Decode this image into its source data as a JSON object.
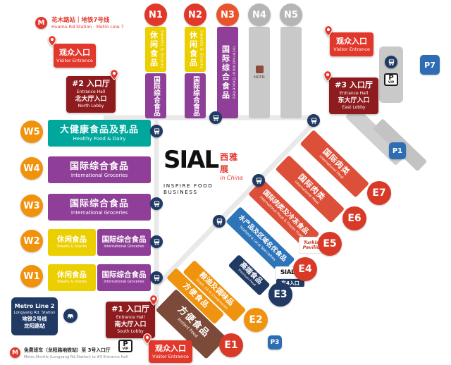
{
  "colors": {
    "red": "#e2372b",
    "band_red": "#dc4f38",
    "dark_red": "#8e1b1e",
    "orange": "#f0920b",
    "band_orange": "#f0930f",
    "yellow": "#eccf00",
    "purple": "#8f3f97",
    "teal": "#00a79d",
    "blue": "#2e74b8",
    "navy": "#203a64",
    "brown": "#7c4a38",
    "gray": "#c9c9c9",
    "parking_blue": "#2e6db4"
  },
  "icons": {
    "metro_letter": "M"
  },
  "logo": {
    "brand": "SIAL",
    "cn": "西雅展",
    "in_china": "in China",
    "tagline": "INSPIRE FOOD BUSINESS"
  },
  "metro7": {
    "cn": "花木路站｜地铁7号线",
    "en": "Huamu Rd.Station · Metro Line 7"
  },
  "metro2": {
    "en1": "Metro Line 2",
    "en2": "Longyang Rd. Station",
    "cn1": "地铁2号线",
    "cn2": "龙阳路站"
  },
  "shuttle": {
    "cn": "免费班车（龙阳路地铁站）至 3号入口厅",
    "en": "Metro Shuttle (Longyang Rd.Station) to #3 Entrance Hall"
  },
  "entrances": {
    "visitor": {
      "cn": "观众入口",
      "en": "Visitor Entrance"
    },
    "hall1": {
      "num": "#1 入口厅",
      "en": "Entrance Hall",
      "cn": "南大厅入口",
      "lobby": "South Lobby"
    },
    "hall2": {
      "num": "#2 入口厅",
      "en": "Entrance Hall",
      "cn": "北大厅入口",
      "lobby": "North Lobby"
    },
    "hall3": {
      "num": "#3 入口厅",
      "en": "Entrance Hall",
      "cn": "东大厅入口",
      "lobby": "East Lobby"
    }
  },
  "parking": {
    "p7": "P7",
    "p1": "P1",
    "p3": "P3",
    "p": "P",
    "vip": "VIP"
  },
  "halls": {
    "n1": {
      "id": "N1",
      "cn1": "休闲食品",
      "en1": "Sweets & Snacks",
      "cn2": "国际综合食品"
    },
    "n2": {
      "id": "N2",
      "cn1": "休闲食品",
      "en1": "Sweets & Snacks",
      "cn2": "国际综合食品"
    },
    "n3": {
      "id": "N3",
      "cn": "国际综合食品",
      "en": "International Groceries"
    },
    "n4": {
      "id": "N4"
    },
    "n5": {
      "id": "N5"
    },
    "w5": {
      "id": "W5",
      "cn": "大健康食品及乳品",
      "en": "Healthy Food & Dairy"
    },
    "w4": {
      "id": "W4",
      "cn": "国际综合食品",
      "en": "International Groceries"
    },
    "w3": {
      "id": "W3",
      "cn": "国际综合食品",
      "en": "International Groceries"
    },
    "w2": {
      "id": "W2",
      "cn1": "休闲食品",
      "en1": "Sweets & Snacks",
      "cn2": "国际综合食品",
      "en2": "International Groceries"
    },
    "w1": {
      "id": "W1",
      "cn1": "休闲食品",
      "en1": "Sweets & Snacks",
      "cn2": "国际综合食品",
      "en2": "International Groceries"
    },
    "e7": {
      "id": "E7",
      "cn": "国际肉类",
      "en": "International Meat"
    },
    "e6": {
      "id": "E6",
      "cn": "国际肉类",
      "en": "International Meat"
    },
    "e5": {
      "id": "E5",
      "cn": "国际肉类及冷冻食品",
      "en": "International Meat & Frozen Food"
    },
    "e4": {
      "id": "E4",
      "cn": "水产品及区域名优食品",
      "en": "Seafood & Local Specialties"
    },
    "e3": {
      "id": "E3",
      "cn": "高端食品",
      "en": "Premium Food"
    },
    "e2": {
      "id": "E2",
      "cn": "粮油及调味品",
      "en": "Grain, Oil & Condiments"
    },
    "e2b": {
      "cn": "方便食品"
    },
    "e1": {
      "id": "E1",
      "cn": "方便食品",
      "en": "Instant Food"
    }
  },
  "badges": {
    "turkish": "Turkish Pavilion",
    "sial": "SIAL",
    "east4": "东4入口",
    "hcfd": "HCFD"
  }
}
